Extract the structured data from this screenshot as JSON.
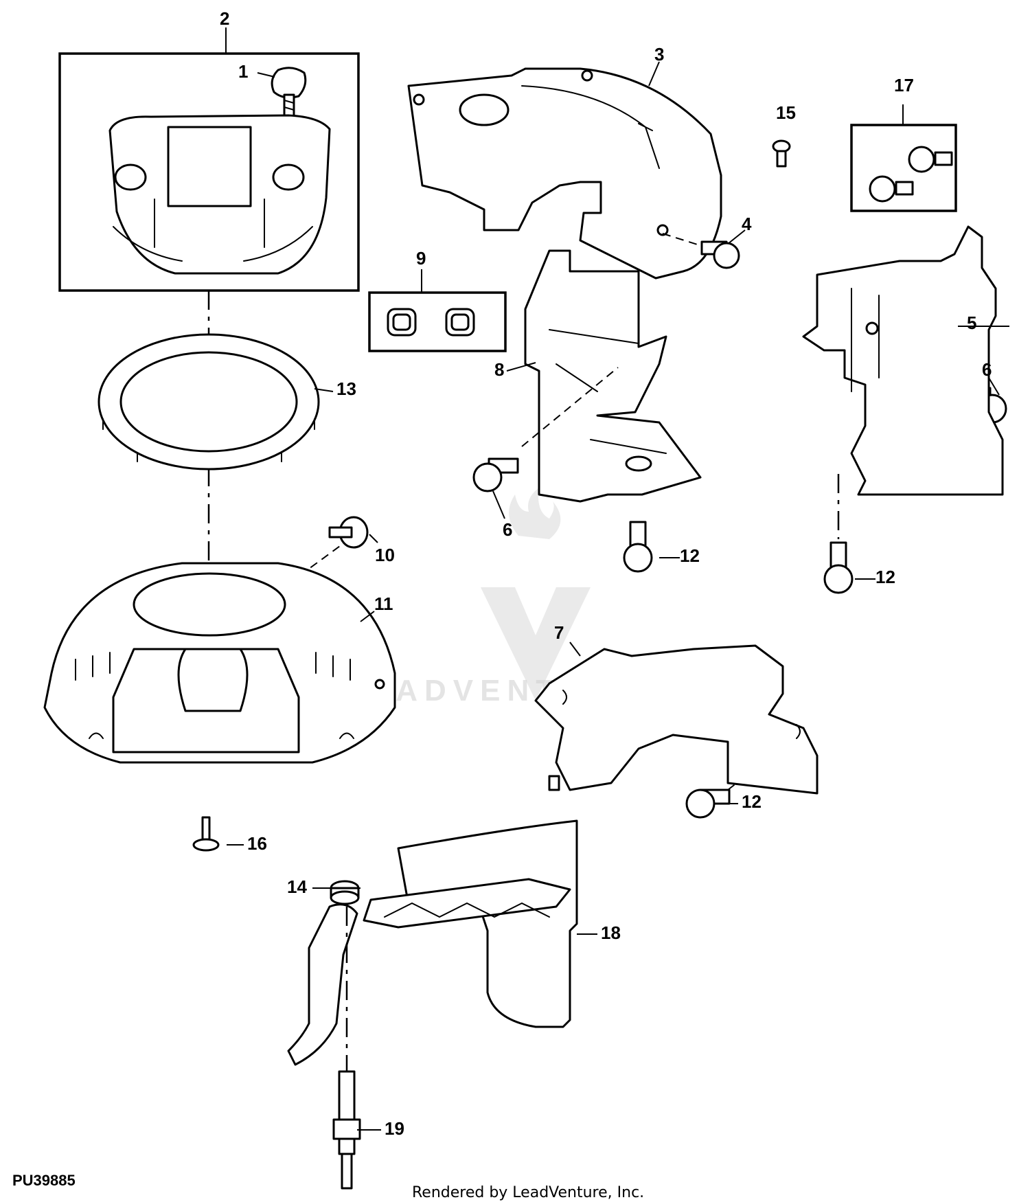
{
  "diagram": {
    "figure_code": "PU39885",
    "credit": "Rendered by LeadVenture, Inc.",
    "watermark": "LEADVENTURE",
    "callouts": {
      "c1": "1",
      "c2": "2",
      "c3": "3",
      "c4": "4",
      "c5": "5",
      "c6a": "6",
      "c6b": "6",
      "c7": "7",
      "c8": "8",
      "c9": "9",
      "c10": "10",
      "c11": "11",
      "c12a": "12",
      "c12b": "12",
      "c12c": "12",
      "c13": "13",
      "c14": "14",
      "c15": "15",
      "c16": "16",
      "c17": "17",
      "c18": "18",
      "c19": "19"
    }
  }
}
